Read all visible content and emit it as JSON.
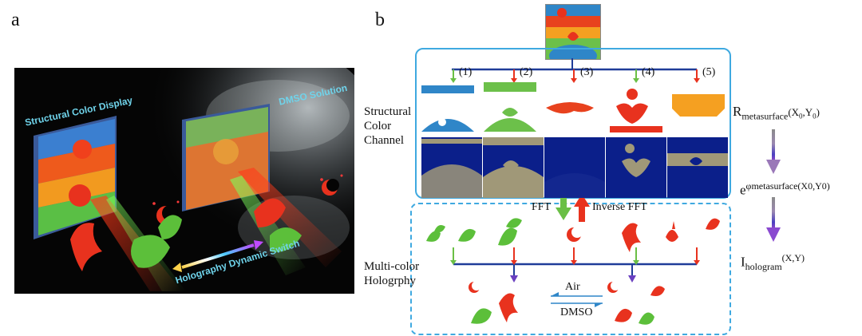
{
  "panel_a": {
    "letter": "a",
    "label_structural": "Structural Color Display",
    "label_dmso": "DMSO Solution",
    "label_switch": "Holography Dynamic Switch"
  },
  "panel_b": {
    "letter": "b",
    "channels": [
      "(1)",
      "(2)",
      "(3)",
      "(4)",
      "(5)"
    ],
    "left_label_1": [
      "Structural",
      "Color",
      "Channel"
    ],
    "left_label_2": [
      "Multi-color",
      "Hologrphy"
    ],
    "fft": "FFT",
    "inverse_fft": "Inverse FFT",
    "air": "Air",
    "dmso": "DMSO",
    "eq_r": "R",
    "eq_r_sub": "metasurface",
    "eq_r_args": "(X",
    "eq_r_args_sub": "0",
    "eq_r_args2": ",Y",
    "eq_r_args_sub2": "0",
    "eq_r_close": ")",
    "eq_e": "e",
    "eq_e_sup": "φmetasurface(X0,Y0)",
    "eq_i": "I",
    "eq_i_sub": "hologram",
    "eq_i_args": "(X,Y)"
  },
  "colors": {
    "frame_blue": "#3fa9e0",
    "line_blue": "#1f3c99",
    "arrow_green": "#6abf45",
    "arrow_red": "#e8321e",
    "tile_blue": "#0b1f8a",
    "hologram_green": "#5cbf3a",
    "hologram_red": "#e8321e",
    "ch1": "#2f86c8",
    "ch2": "#6cc04a",
    "ch3": "#e8421e",
    "ch4": "#e8321e",
    "ch5": "#f5a021"
  }
}
